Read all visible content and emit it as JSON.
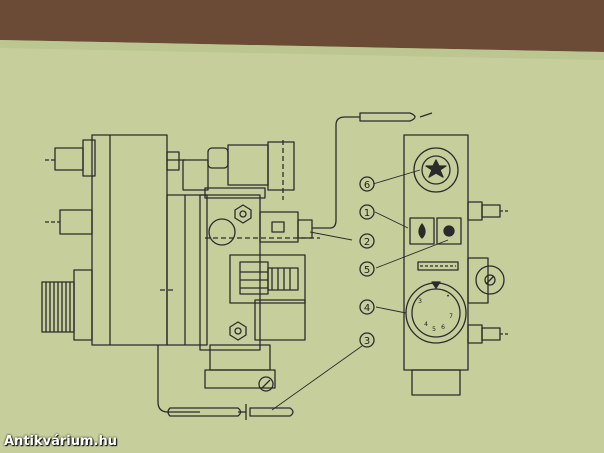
{
  "callouts": {
    "c1": "1",
    "c2": "2",
    "c3": "3",
    "c4": "4",
    "c5": "5",
    "c6": "6"
  },
  "dial": {
    "numbers": [
      "3",
      "4",
      "5",
      "6",
      "7",
      "•"
    ]
  },
  "watermark": "Antikvárium.hu",
  "colors": {
    "paper": "#c9d2a0",
    "line": "#2b2b2b",
    "background_table": "#6b4a36"
  }
}
